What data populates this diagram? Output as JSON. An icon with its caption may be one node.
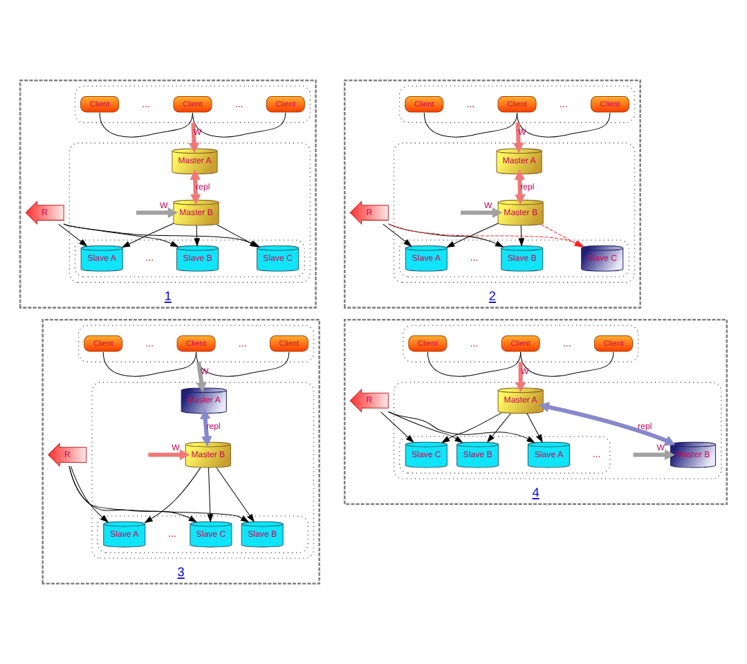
{
  "diagram": {
    "nodes": [
      {
        "text": [
          "1"
        ]
      },
      {
        "text": [],
        "shape": "box",
        "in": 0
      },
      {
        "text": [
          "Client"
        ],
        "in": 1
      },
      {
        "text": [
          "Client"
        ],
        "in": 1
      },
      {
        "text": [
          "Client"
        ],
        "in": 1
      },
      {
        "text": [],
        "shape": "box",
        "in": 0
      },
      {
        "text": [
          "Master A"
        ],
        "in": 5
      },
      {
        "text": [
          "Master B"
        ],
        "in": 5
      },
      {
        "text": [],
        "shape": "box",
        "in": 5
      },
      {
        "text": [
          "Slave A"
        ],
        "in": 8
      },
      {
        "text": [
          "Slave B"
        ],
        "in": 8
      },
      {
        "text": [
          "Slave C"
        ],
        "in": 8
      },
      {
        "text": [
          "R"
        ],
        "in": 0
      },
      {
        "text": [
          "2"
        ]
      },
      {
        "text": [],
        "shape": "box",
        "in": 13
      },
      {
        "text": [
          "Client"
        ],
        "in": 14
      },
      {
        "text": [
          "Client"
        ],
        "in": 14
      },
      {
        "text": [
          "Client"
        ],
        "in": 14
      },
      {
        "text": [],
        "shape": "box",
        "in": 13
      },
      {
        "text": [
          "Master A"
        ],
        "in": 18
      },
      {
        "text": [
          "Master B"
        ],
        "in": 18
      },
      {
        "text": [],
        "shape": "box",
        "in": 18
      },
      {
        "text": [
          "Slave A"
        ],
        "in": 21
      },
      {
        "text": [
          "Slave B"
        ],
        "in": 21
      },
      {
        "text": [
          "Slave C"
        ],
        "in": 21
      },
      {
        "text": [
          "R"
        ],
        "in": 13
      },
      {
        "text": [
          "3"
        ]
      },
      {
        "text": [],
        "shape": "box",
        "in": 26
      },
      {
        "text": [
          "Client"
        ],
        "in": 27
      },
      {
        "text": [
          "Client"
        ],
        "in": 27
      },
      {
        "text": [
          "Client"
        ],
        "in": 27
      },
      {
        "text": [],
        "shape": "box",
        "in": 26
      },
      {
        "text": [
          "Master A"
        ],
        "in": 31
      },
      {
        "text": [
          "Master B"
        ],
        "in": 31
      },
      {
        "text": [],
        "shape": "box",
        "in": 31
      },
      {
        "text": [
          "Slave A"
        ],
        "in": 34
      },
      {
        "text": [
          "Slave B"
        ],
        "in": 34
      },
      {
        "text": [
          "Slave C"
        ],
        "in": 34
      },
      {
        "text": [
          "R"
        ],
        "in": 26
      },
      {
        "text": [
          "4"
        ]
      },
      {
        "text": [],
        "shape": "box",
        "in": 39
      },
      {
        "text": [
          "Client"
        ],
        "in": 40
      },
      {
        "text": [
          "Client"
        ],
        "in": 40
      },
      {
        "text": [
          "Client"
        ],
        "in": 40
      },
      {
        "text": [],
        "shape": "box",
        "in": 39
      },
      {
        "text": [
          "Master A"
        ],
        "in": 44
      },
      {
        "text": [
          "Master B"
        ],
        "in": 44
      },
      {
        "text": [],
        "shape": "box",
        "in": 44
      },
      {
        "text": [
          "Slave A"
        ],
        "in": 47
      },
      {
        "text": [
          "Slave B"
        ],
        "in": 47
      },
      {
        "text": [
          "Slave C"
        ],
        "in": 47
      },
      {
        "text": [
          "R"
        ],
        "in": 39
      }
    ],
    "edges": [
      {
        "from": 2,
        "to": 3,
        "arrow": "none"
      },
      {
        "from": 3,
        "to": 4,
        "arrow": "none"
      },
      {
        "from": 1,
        "to": 6,
        "arrow": "to",
        "label": "W",
        "style": "thick",
        "color": "#f07878"
      },
      {
        "from": 6,
        "to": 7,
        "arrow": "both",
        "label": "repl",
        "style": "thick",
        "color": "#f07878"
      },
      {
        "from": null,
        "to": 7,
        "arrow": "to",
        "label": "W",
        "style": "thick",
        "color": "#a0a0a0"
      },
      {
        "from": 7,
        "to": 9,
        "arrow": "to"
      },
      {
        "from": 7,
        "to": 10,
        "arrow": "to"
      },
      {
        "from": 7,
        "to": 11,
        "arrow": "to"
      },
      {
        "from": 12,
        "to": 9,
        "arrow": "to"
      },
      {
        "from": 12,
        "to": 10,
        "arrow": "to"
      },
      {
        "from": 12,
        "to": 11,
        "arrow": "to"
      },
      {
        "from": 15,
        "to": 16,
        "arrow": "none"
      },
      {
        "from": 16,
        "to": 17,
        "arrow": "none"
      },
      {
        "from": 14,
        "to": 19,
        "arrow": "to",
        "label": "W",
        "style": "thick",
        "color": "#f07878"
      },
      {
        "from": 19,
        "to": 20,
        "arrow": "both",
        "label": "repl",
        "style": "thick",
        "color": "#f07878"
      },
      {
        "from": null,
        "to": 20,
        "arrow": "to",
        "label": "W",
        "style": "thick",
        "color": "#a0a0a0"
      },
      {
        "from": 20,
        "to": 22,
        "arrow": "to"
      },
      {
        "from": 20,
        "to": 23,
        "arrow": "to"
      },
      {
        "from": 20,
        "to": 24,
        "arrow": "to",
        "style": "dashed",
        "color": "#ff2020"
      },
      {
        "from": 25,
        "to": 22,
        "arrow": "to"
      },
      {
        "from": 25,
        "to": 23,
        "arrow": "to"
      },
      {
        "from": 25,
        "to": 24,
        "arrow": "to",
        "style": "dashed",
        "color": "#ff2020"
      },
      {
        "from": 28,
        "to": 29,
        "arrow": "none"
      },
      {
        "from": 29,
        "to": 30,
        "arrow": "none"
      },
      {
        "from": 27,
        "to": 32,
        "arrow": "to",
        "label": "W",
        "style": "thick",
        "color": "#a0a0a0"
      },
      {
        "from": 32,
        "to": 33,
        "arrow": "both",
        "label": "repl",
        "style": "thick",
        "color": "#8888cc"
      },
      {
        "from": null,
        "to": 33,
        "arrow": "to",
        "label": "W",
        "style": "thick",
        "color": "#f07878"
      },
      {
        "from": 33,
        "to": 35,
        "arrow": "to"
      },
      {
        "from": 33,
        "to": 36,
        "arrow": "to"
      },
      {
        "from": 33,
        "to": 37,
        "arrow": "to"
      },
      {
        "from": 38,
        "to": 35,
        "arrow": "to"
      },
      {
        "from": 38,
        "to": 36,
        "arrow": "to"
      },
      {
        "from": 38,
        "to": 37,
        "arrow": "to"
      },
      {
        "from": 41,
        "to": 42,
        "arrow": "none"
      },
      {
        "from": 42,
        "to": 43,
        "arrow": "none"
      },
      {
        "from": 40,
        "to": 45,
        "arrow": "to",
        "label": "W",
        "style": "thick",
        "color": "#f07878"
      },
      {
        "from": 45,
        "to": 46,
        "arrow": "both",
        "label": "repl",
        "style": "thick",
        "color": "#8888cc"
      },
      {
        "from": null,
        "to": 46,
        "arrow": "to",
        "label": "W",
        "style": "thick",
        "color": "#a0a0a0"
      },
      {
        "from": 45,
        "to": 48,
        "arrow": "to"
      },
      {
        "from": 45,
        "to": 49,
        "arrow": "to"
      },
      {
        "from": 45,
        "to": 50,
        "arrow": "to"
      },
      {
        "from": 51,
        "to": 48,
        "arrow": "to"
      },
      {
        "from": 51,
        "to": 49,
        "arrow": "to"
      },
      {
        "from": 51,
        "to": 50,
        "arrow": "to"
      }
    ],
    "labels": [
      "...",
      "...",
      "...",
      "...",
      "...",
      "...",
      "...",
      "...",
      "...",
      "...",
      "...",
      "..."
    ]
  }
}
